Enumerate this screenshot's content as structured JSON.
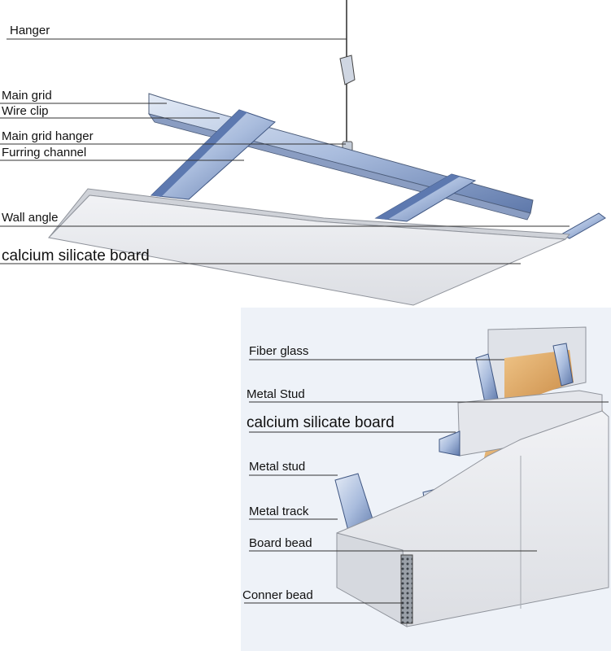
{
  "ceiling": {
    "labels": {
      "hanger": "Hanger",
      "main_grid": "Main grid",
      "wire_clip": "Wire clip",
      "main_grid_hanger": "Main grid hanger",
      "furring_channel": "Furring channel",
      "wall_angle": "Wall angle",
      "board": "calcium silicate board"
    }
  },
  "wall": {
    "labels": {
      "fiber_glass": "Fiber glass",
      "metal_stud_upper": "Metal Stud",
      "board": "calcium silicate board",
      "metal_stud_lower": "Metal stud",
      "metal_track": "Metal track",
      "board_bead": "Board bead",
      "corner_bead": "Conner bead"
    }
  },
  "colors": {
    "steel_light": "#c9d6ea",
    "steel_dark": "#6f89b8",
    "board_face": "#e9eaee",
    "board_edge": "#c7c9cf",
    "insulation": "#d9a15c",
    "leader": "#333333"
  }
}
